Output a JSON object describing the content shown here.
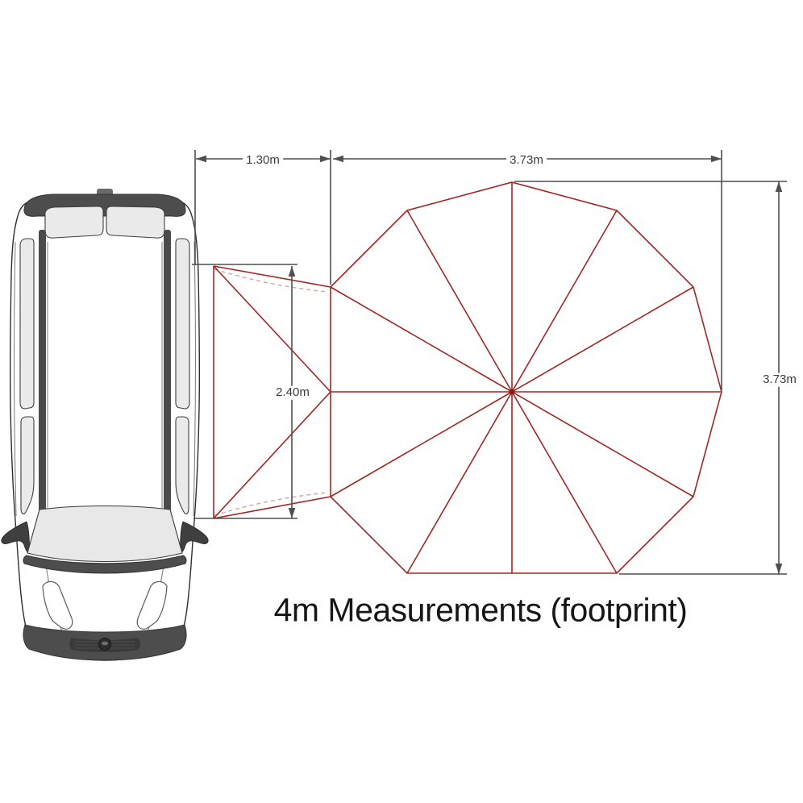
{
  "title": "4m Measurements (footprint)",
  "dimensions": {
    "tunnel_length": "1.30m",
    "canopy_width": "3.73m",
    "canopy_depth": "3.73m",
    "vehicle_opening": "2.40m"
  },
  "colors": {
    "awning_line": "#a32622",
    "awning_dashed": "#d9a9a1",
    "dimension_line": "#4f4f4f",
    "label_text": "#3c3c3c",
    "title_text": "#161616",
    "background": "#ffffff"
  }
}
